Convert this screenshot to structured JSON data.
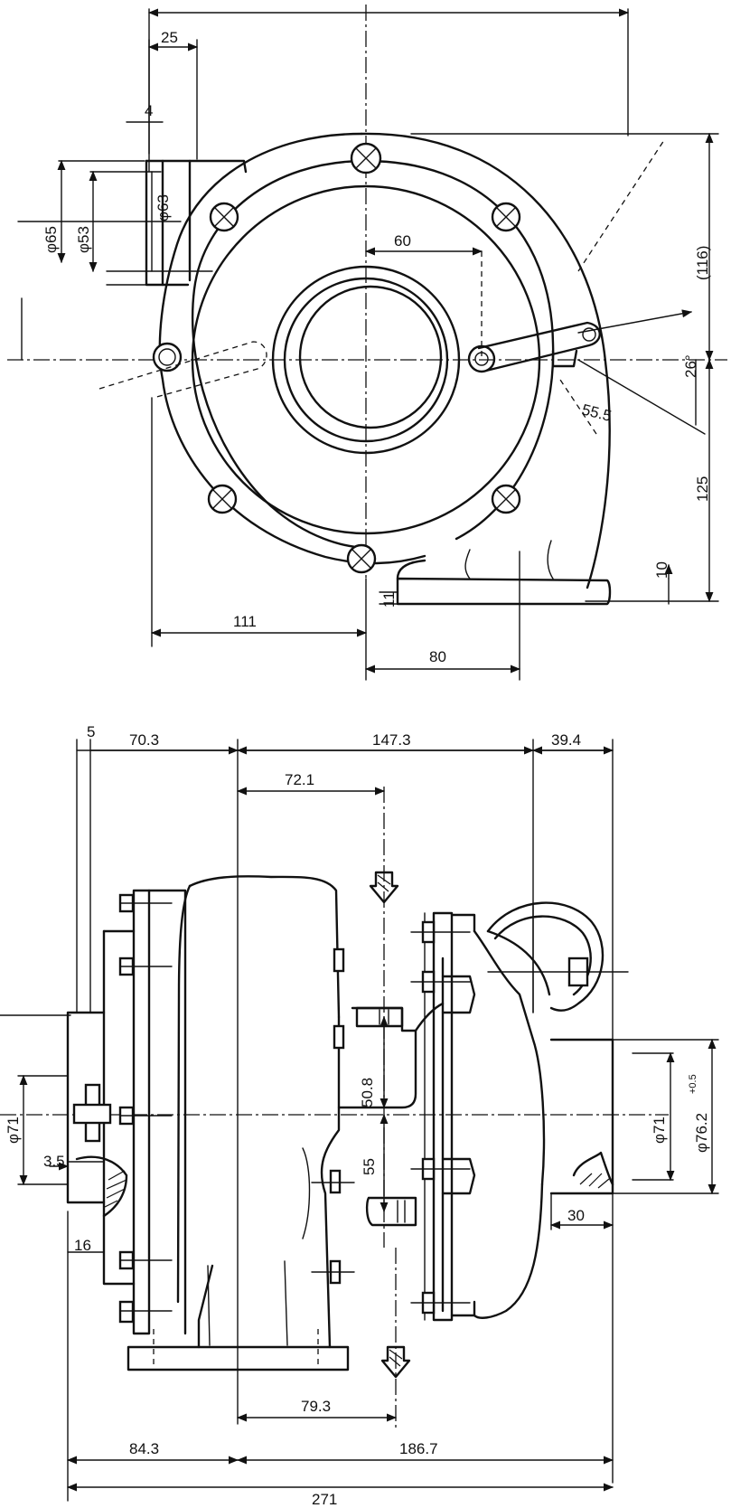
{
  "front_view": {
    "dims": {
      "flange_width": "25",
      "flange_thickness": "4",
      "outer_diameter": "φ65",
      "bore_diameter": "φ53",
      "inner_diameter": "φ63",
      "lever_offset": "60",
      "height_upper": "(116)",
      "lever_angle": "26°",
      "lever_radius": "55.5",
      "height_lower": "125",
      "foot_thickness_right": "10",
      "foot_thickness_left": "11",
      "left_extent": "111",
      "foot_extent": "80"
    }
  },
  "side_view": {
    "dims": {
      "small_offset": "5",
      "left_section": "70.3",
      "middle_section": "147.3",
      "right_section": "39.4",
      "inlet_offset": "72.1",
      "port_height": "50.8",
      "port_spacing": "55",
      "inlet_diameter": "φ71",
      "outlet_diameter": "φ71",
      "outlet_flange": "φ76.2",
      "outlet_tolerance": "+0.5",
      "flange_depth": "3.5",
      "base_offset": "16",
      "outlet_length": "30",
      "foot_offset": "79.3",
      "lower_left": "84.3",
      "lower_right": "186.7",
      "overall_length": "271"
    }
  }
}
